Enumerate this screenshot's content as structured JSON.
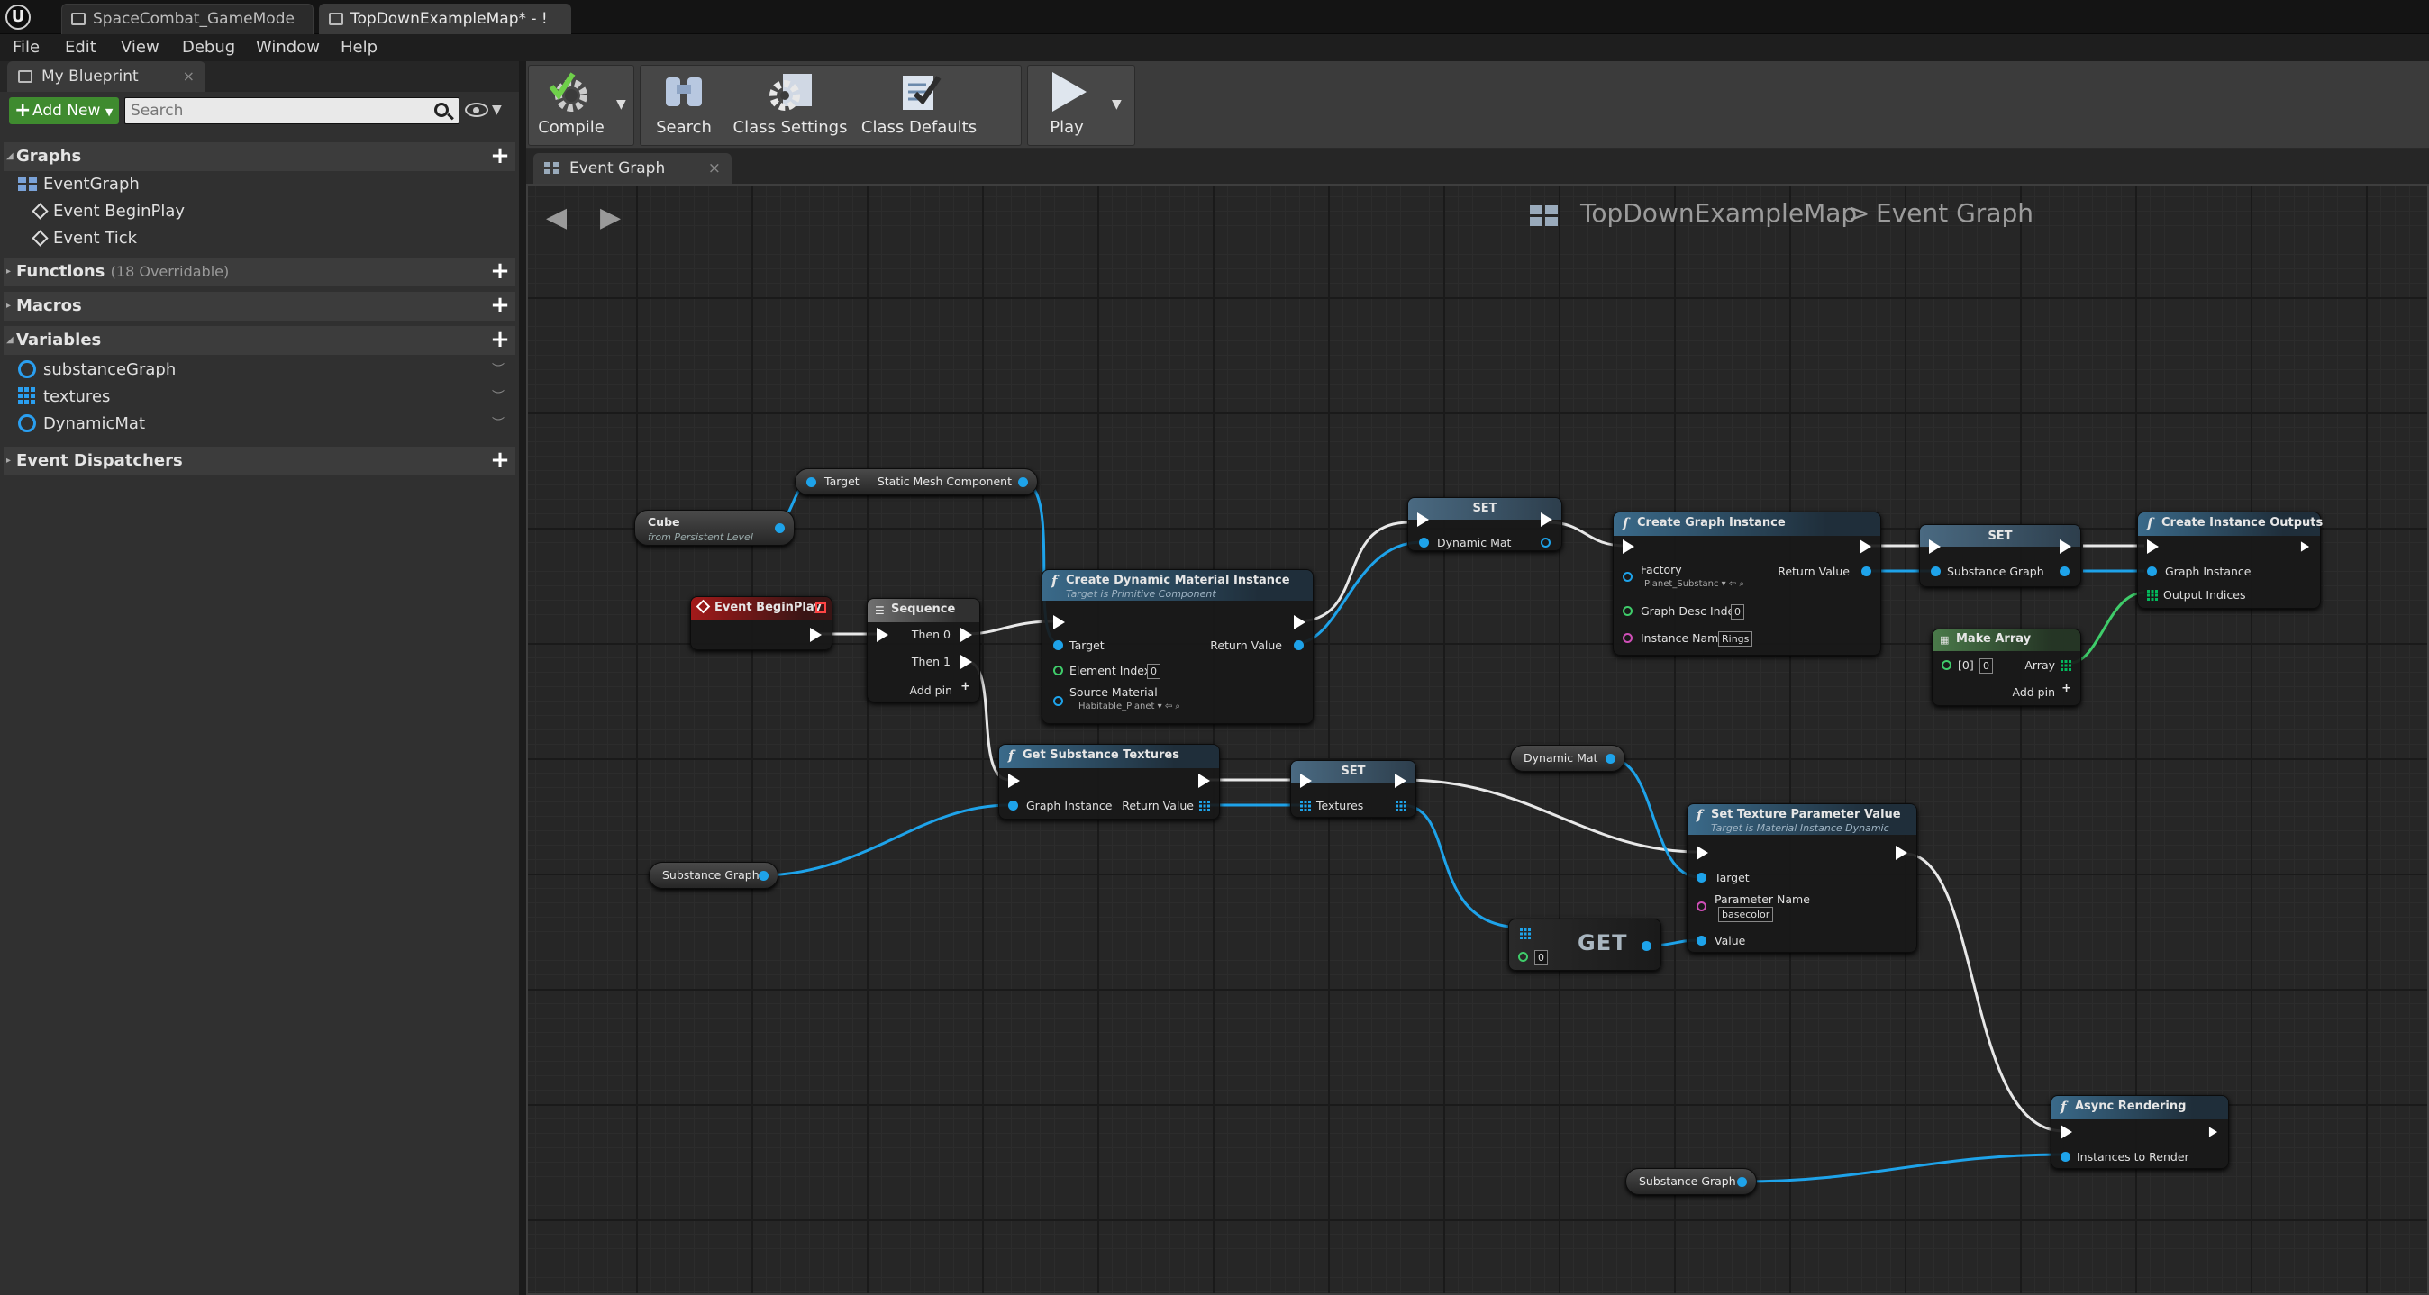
{
  "window": {
    "tabs": [
      {
        "label": "SpaceCombat_GameMode"
      },
      {
        "label": "TopDownExampleMap* - !"
      }
    ]
  },
  "menu": [
    "File",
    "Edit",
    "View",
    "Debug",
    "Window",
    "Help"
  ],
  "left_panel": {
    "tab_label": "My Blueprint",
    "add_new_label": "Add New",
    "search_placeholder": "Search",
    "sections": {
      "graphs": "Graphs",
      "functions": "Functions",
      "functions_sub": "(18 Overridable)",
      "macros": "Macros",
      "variables": "Variables",
      "event_dispatchers": "Event Dispatchers"
    },
    "graphs": {
      "event_graph": "EventGraph",
      "events": [
        "Event BeginPlay",
        "Event Tick"
      ]
    },
    "variables": [
      "substanceGraph",
      "textures",
      "DynamicMat"
    ]
  },
  "toolbar": {
    "compile": "Compile",
    "search": "Search",
    "class_settings": "Class Settings",
    "class_defaults": "Class Defaults",
    "play": "Play"
  },
  "graph": {
    "tab_label": "Event Graph",
    "breadcrumb_root": "TopDownExampleMap",
    "breadcrumb_sep": ">",
    "breadcrumb_leaf": "Event Graph"
  },
  "nodes": {
    "cube": {
      "title": "Cube",
      "sub": "from Persistent Level"
    },
    "target_smc": {
      "target": "Target",
      "out": "Static Mesh Component"
    },
    "begin_play": {
      "title": "Event BeginPlay"
    },
    "sequence": {
      "title": "Sequence",
      "then0": "Then 0",
      "then1": "Then 1",
      "add_pin": "Add pin"
    },
    "cdmi": {
      "title": "Create Dynamic Material Instance",
      "sub": "Target is Primitive Component",
      "target": "Target",
      "element_index": "Element Index",
      "element_index_val": "0",
      "source_material": "Source Material",
      "source_material_val": "Habitable_Planet",
      "return_value": "Return Value"
    },
    "set1": {
      "title": "SET",
      "pin": "Dynamic Mat"
    },
    "cgi": {
      "title": "Create Graph Instance",
      "factory": "Factory",
      "factory_val": "Planet_Substanc",
      "graph_desc_index": "Graph Desc Index",
      "graph_desc_index_val": "0",
      "instance_name": "Instance Name",
      "instance_name_val": "Rings",
      "return_value": "Return Value"
    },
    "set2": {
      "title": "SET",
      "pin": "Substance Graph"
    },
    "cio": {
      "title": "Create Instance Outputs",
      "graph_instance": "Graph Instance",
      "output_indices": "Output Indices"
    },
    "make_array": {
      "title": "Make Array",
      "idx": "[0]",
      "idx_val": "0",
      "array": "Array",
      "add_pin": "Add pin"
    },
    "gst": {
      "title": "Get Substance Textures",
      "graph_instance": "Graph Instance",
      "return_value": "Return Value"
    },
    "set3": {
      "title": "SET",
      "pin": "Textures"
    },
    "dynamic_mat_var": {
      "title": "Dynamic Mat"
    },
    "stpv": {
      "title": "Set Texture Parameter Value",
      "sub": "Target is Material Instance Dynamic",
      "target": "Target",
      "param_name": "Parameter Name",
      "param_name_val": "basecolor",
      "value": "Value"
    },
    "get": {
      "title": "GET",
      "idx_val": "0"
    },
    "sg_var1": {
      "title": "Substance Graph"
    },
    "sg_var2": {
      "title": "Substance Graph"
    },
    "async": {
      "title": "Async Rendering",
      "instances": "Instances to Render"
    }
  }
}
